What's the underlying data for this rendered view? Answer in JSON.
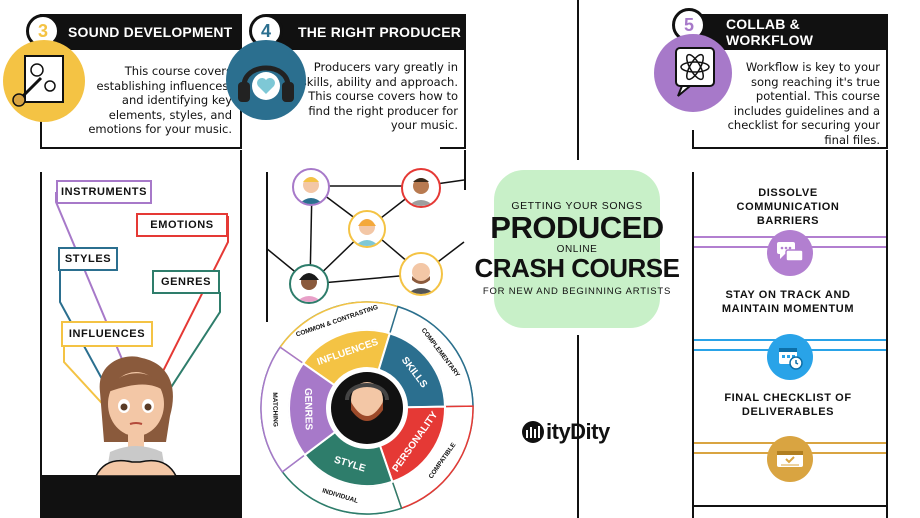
{
  "sections": [
    {
      "number": "3",
      "title": "SOUND DEVELOPMENT",
      "description": "This course covers establishing influences, and identifying key elements, styles, and emotions for your music.",
      "color": "#f4c344"
    },
    {
      "number": "4",
      "title": "THE RIGHT PRODUCER",
      "description": "Producers vary greatly in skills, ability and approach. This course covers how to find the right producer for your music.",
      "color": "#2b6f8f"
    },
    {
      "number": "5",
      "title": "COLLAB & WORKFLOW",
      "description": "Workflow is key to your song reaching it's true potential. This course includes guidelines and a checklist for securing your final files.",
      "color": "#a779c9"
    }
  ],
  "sound_tags": [
    {
      "label": "INSTRUMENTS",
      "color": "#a779c9"
    },
    {
      "label": "EMOTIONS",
      "color": "#e53935"
    },
    {
      "label": "STYLES",
      "color": "#2b6f8f"
    },
    {
      "label": "GENRES",
      "color": "#2e7d6b"
    },
    {
      "label": "INFLUENCES",
      "color": "#f4c344"
    }
  ],
  "wheel": {
    "inner": [
      {
        "label": "INFLUENCES",
        "color": "#f4c344"
      },
      {
        "label": "SKILLS",
        "color": "#2b6f8f"
      },
      {
        "label": "PERSONALITY",
        "color": "#e53935"
      },
      {
        "label": "STYLE",
        "color": "#2e7d6b"
      },
      {
        "label": "GENRES",
        "color": "#a779c9"
      }
    ],
    "outer": [
      "COMMON & CONTRASTING",
      "COMPLEMENTARY",
      "COMPATIBLE",
      "INDIVIDUAL",
      "MATCHING"
    ]
  },
  "center": {
    "line1": "GETTING YOUR SONGS",
    "line2": "PRODUCED",
    "line3": "ONLINE",
    "line4": "CRASH COURSE",
    "line5": "FOR NEW AND BEGINNING ARTISTS",
    "logo": "ityDity"
  },
  "workflow": [
    {
      "title": "DISSOLVE COMMUNICATION BARRIERS",
      "icon": "chat-bubbles-icon",
      "color": "#b27fd0"
    },
    {
      "title": "STAY ON TRACK AND MAINTAIN MOMENTUM",
      "icon": "calendar-clock-icon",
      "color": "#29a3e8"
    },
    {
      "title": "FINAL CHECKLIST OF DELIVERABLES",
      "icon": "checklist-icon",
      "color": "#d9a441"
    }
  ]
}
